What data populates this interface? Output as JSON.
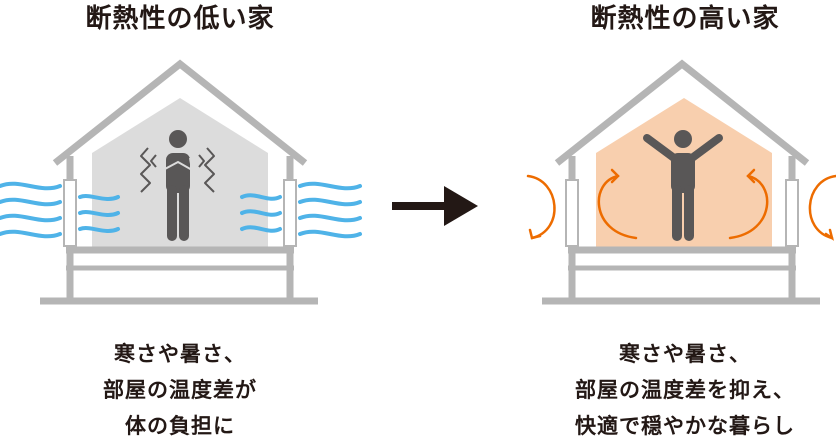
{
  "left_panel": {
    "title": "断熱性の低い家",
    "caption": [
      "寒さや暑さ、",
      "部屋の温度差が",
      "体の負担に"
    ]
  },
  "right_panel": {
    "title": "断熱性の高い家",
    "caption": [
      "寒さや暑さ、",
      "部屋の温度差を抑え、",
      "快適で穏やかな暮らし"
    ]
  },
  "colors": {
    "house_outline": "#b5b5b5",
    "interior_low": "#dcdcdc",
    "interior_high": "#f8cfae",
    "person": "#595757",
    "cold_wind": "#4fb3e8",
    "warm_air": "#ed6c00",
    "arrow": "#231815"
  },
  "icons": [
    "shivering-person-icon",
    "happy-person-icon",
    "cold-wind-icon",
    "circulating-air-icon",
    "right-arrow-icon"
  ]
}
